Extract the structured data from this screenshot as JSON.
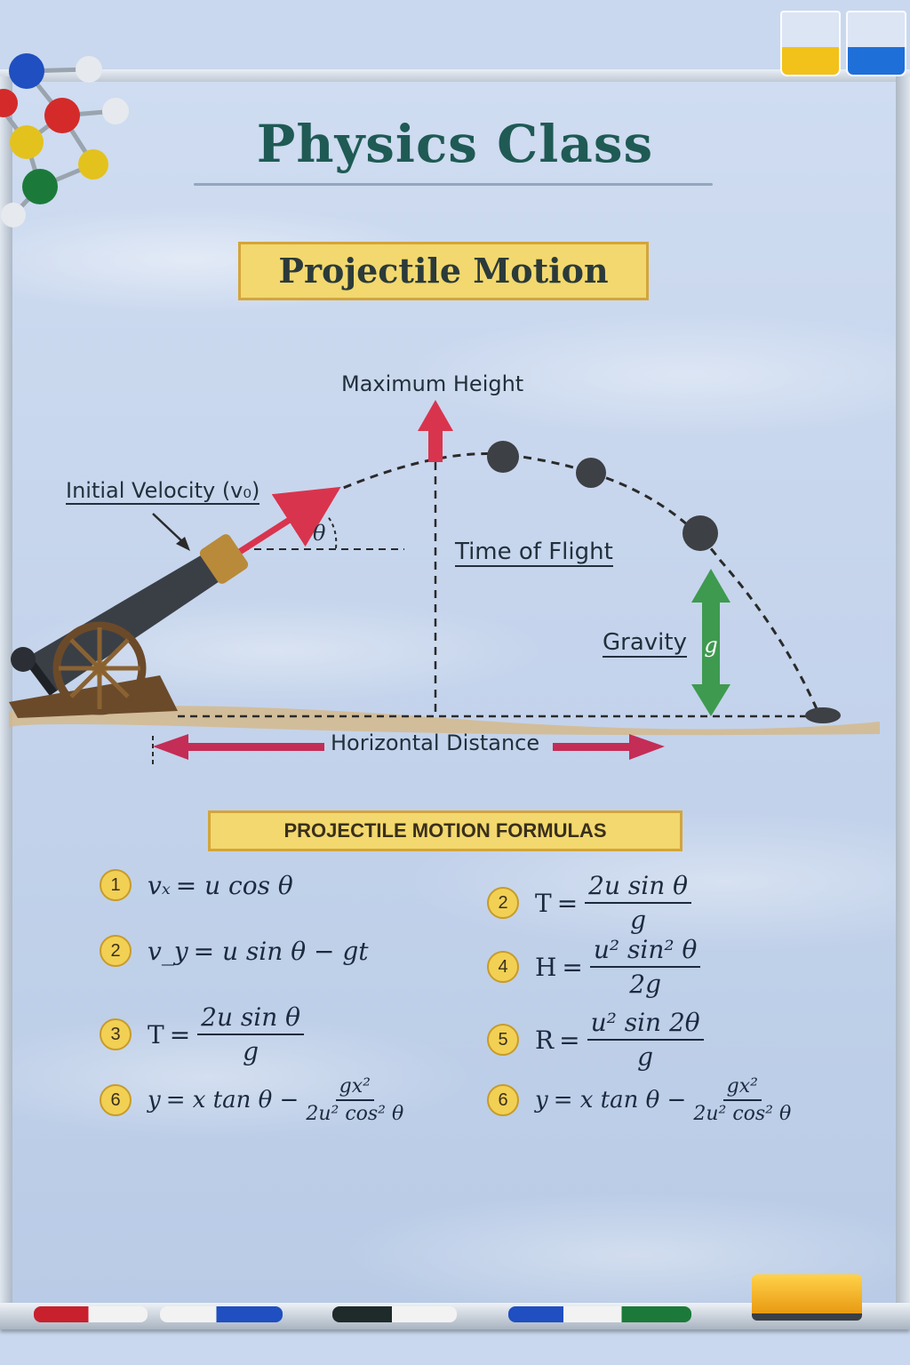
{
  "title": "Physics Class",
  "subtitle": "Projectile Motion",
  "diagram": {
    "maximum_height": "Maximum Height",
    "initial_velocity": "Initial Velocity (v₀)",
    "angle_symbol": "θ",
    "time_of_flight": "Time of Flight",
    "gravity": "Gravity",
    "gravity_symbol": "g",
    "horizontal_distance": "Horizontal Distance"
  },
  "formulas_heading": "PROJECTILE MOTION FORMULAS",
  "formulas": [
    {
      "num": "1",
      "lhs": "vₓ",
      "rhs": "= u cos θ"
    },
    {
      "num": "2",
      "lhs": "T",
      "numerator": "2u sin θ",
      "denominator": "g"
    },
    {
      "num": "2",
      "lhs": "v_y",
      "rhs": "= u sin θ − gt"
    },
    {
      "num": "4",
      "lhs": "H",
      "numerator": "u² sin² θ",
      "denominator": "2g"
    },
    {
      "num": "3",
      "lhs": "T",
      "numerator": "2u sin θ",
      "denominator": "g"
    },
    {
      "num": "5",
      "lhs": "R",
      "numerator": "u² sin 2θ",
      "denominator": "g"
    },
    {
      "num": "6",
      "lhs": "y",
      "rhs": "= x tan θ −",
      "numerator": "gx²",
      "denominator": "2u² cos² θ"
    },
    {
      "num": "6",
      "lhs": "y",
      "rhs": "= x tan θ −",
      "numerator": "gx²",
      "denominator": "2u² cos² θ"
    }
  ],
  "colors": {
    "title": "#1f5a54",
    "banner": "#f2d86e",
    "velocity_arrow": "#d9344d",
    "gravity_arrow": "#3e9a4f",
    "distance_arrow": "#c42d56"
  }
}
